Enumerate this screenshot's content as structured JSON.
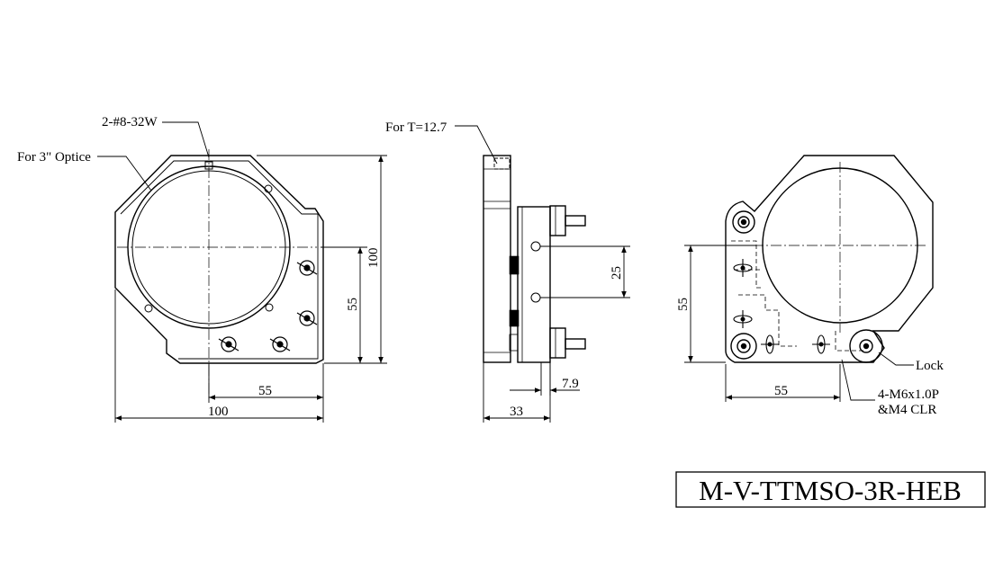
{
  "callouts": {
    "tapped_hole": "2-#8-32W",
    "optic": "For 3\" Optice",
    "thickness": "For T=12.7",
    "lock": "Lock",
    "screws_line1": "4-M6x1.0P",
    "screws_line2": "&M4 CLR"
  },
  "dimensions": {
    "front_width_55": "55",
    "front_width_100": "100",
    "front_height_55": "55",
    "front_height_100": "100",
    "side_spacing_25": "25",
    "side_offset_7_9": "7.9",
    "side_depth_33": "33",
    "back_width_55": "55",
    "back_height_55": "55"
  },
  "title_block": {
    "part_number": "M-V-TTMSO-3R-HEB"
  }
}
